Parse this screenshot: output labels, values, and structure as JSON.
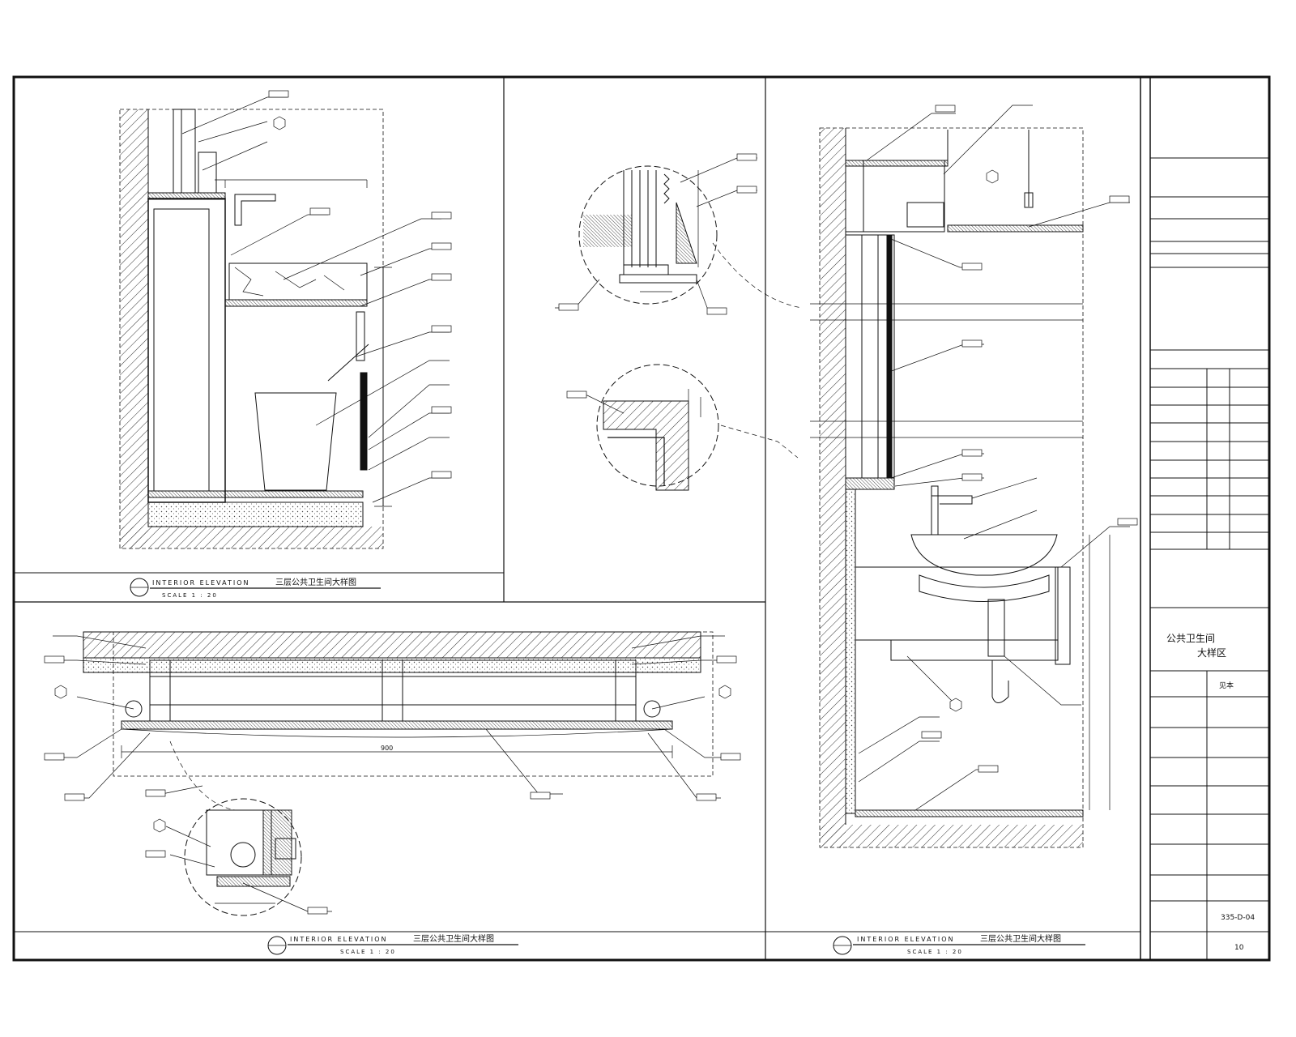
{
  "drawing": {
    "title_block": {
      "project_line1": "公共卫生间",
      "project_line2": "大样区",
      "sheet_label": "见本",
      "drawing_number": "335-D-04",
      "page_number": "10"
    },
    "panels": [
      {
        "title_en": "INTERIOR ELEVATION",
        "title_cn": "三层公共卫生间大样图",
        "scale": "SCALE 1 : 20"
      },
      {
        "title_en": "INTERIOR ELEVATION",
        "title_cn": "三层公共卫生间大样图",
        "scale": "SCALE 1 : 20"
      },
      {
        "title_en": "INTERIOR ELEVATION",
        "title_cn": "三层公共卫生间大样图",
        "scale": "SCALE 1 : 20"
      }
    ],
    "dimensions": {
      "plan_width": "900"
    }
  },
  "colors": {
    "line": "#111111",
    "hatch": "#555555",
    "background": "#ffffff"
  }
}
